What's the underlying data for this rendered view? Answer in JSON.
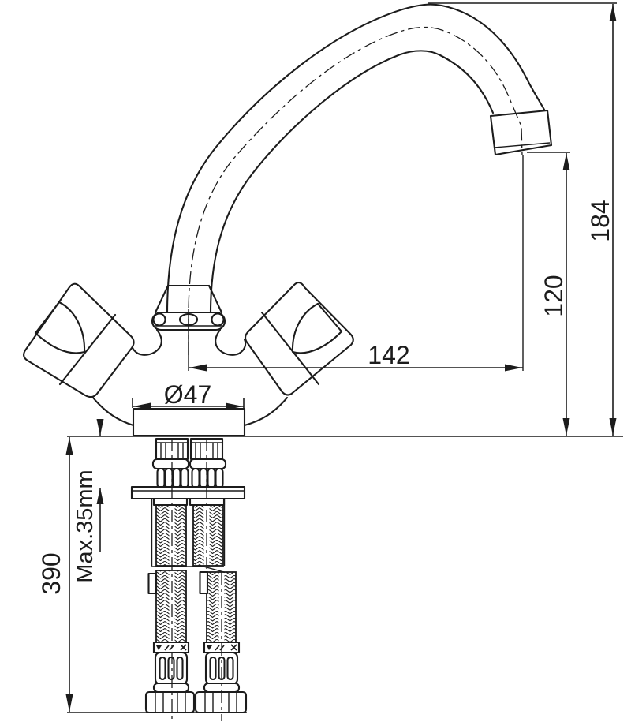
{
  "drawing": {
    "kind": "technical-dimension-drawing",
    "subject": "two-handle sink mixer tap with swivel spout, mounting shanks and flexible supply hoses",
    "labels": {
      "total_height": "184",
      "outlet_height": "120",
      "spout_reach": "142",
      "base_diameter": "Ø47",
      "max_deck_thickness": "Max.35mm",
      "hose_length": "390"
    },
    "colors": {
      "line": "#1c1c1c",
      "background": "#ffffff"
    }
  }
}
